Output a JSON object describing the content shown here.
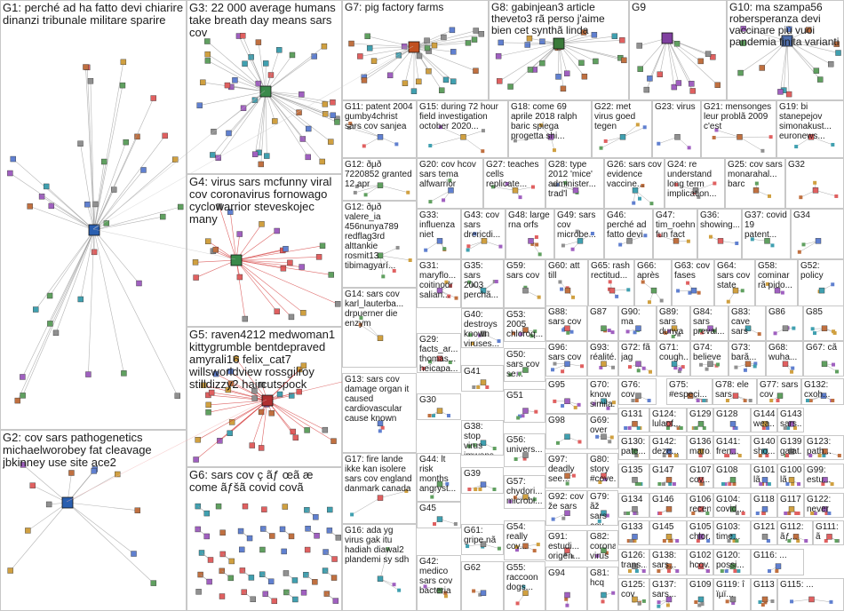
{
  "figure": {
    "background": "#ffffff",
    "border_color": "#c8c8c8",
    "edge_colors": {
      "gray": "#9a9a9a",
      "red": "#d23232",
      "green": "#2e8b57"
    }
  },
  "groups": [
    {
      "id": "G1",
      "label": "G1: perché ad ha fatto devi chiarire dinanzi tribunale militare sparire",
      "hub_color": "#2a5fb0",
      "edge_color": "gray"
    },
    {
      "id": "G2",
      "label": "G2: cov sars pathogenetics michaelworobey fat cleavage jbkinney use site ace2",
      "hub_color": "#2a5fb0",
      "edge_color": "gray"
    },
    {
      "id": "G3",
      "label": "G3: 22 000 average humans take breath day means sars cov",
      "hub_color": "#3a8a4a",
      "edge_color": "gray"
    },
    {
      "id": "G4",
      "label": "G4: virus sars mcfunny viral cov coronavirus fornowago cyclowarrior steveskojec many",
      "hub_color": "#3a8a4a",
      "edge_color": "red"
    },
    {
      "id": "G5",
      "label": "G5: raven4212 medwoman1 kittygrumble bentdepraved amyrali16 felix_cat7 willsworldview rossgilroy stilldizzy2 haircutspock",
      "hub_color": "#b03030",
      "edge_color": "red"
    },
    {
      "id": "G6",
      "label": "G6: sars cov ç ãƒ œã æ come ãƒšã covid covã",
      "hub_color": "#c08020",
      "edge_color": "gray"
    },
    {
      "id": "G7",
      "label": "G7: pig factory farms",
      "hub_color": "#c05020",
      "edge_color": "gray"
    },
    {
      "id": "G8",
      "label": "G8: gabinjean3 article theveto3 rã perso j'aime bien cet synthã linda",
      "hub_color": "#3a7a3a",
      "edge_color": "gray"
    },
    {
      "id": "G9",
      "label": "G9",
      "hub_color": "#8040a0",
      "edge_color": "gray"
    },
    {
      "id": "G10",
      "label": "G10: ma szampa56 robersperanza devi vaccinare più vuoi pandemia finita varianti",
      "hub_color": "#5070b0",
      "edge_color": "gray"
    },
    {
      "id": "G11",
      "label": "G11: patent 2004 gumby4christ sars cov sanjea"
    },
    {
      "id": "G15",
      "label": "G15: during 72 hour field investigation october 2020..."
    },
    {
      "id": "G18",
      "label": "G18: come 69 aprile 2018 ralph baric spiega progetta shi..."
    },
    {
      "id": "G22",
      "label": "G22: met virus goed tegen"
    },
    {
      "id": "G23",
      "label": "G23: virus"
    },
    {
      "id": "G21",
      "label": "G21: mensonges leur problã 2009 c'est"
    },
    {
      "id": "G19",
      "label": "G19: bi stanepejov simonakust... euronews..."
    },
    {
      "id": "G12",
      "label": "G12: ðµð 7220852 granted 12 apr"
    },
    {
      "id": "G20",
      "label": "G20: cov hcov sars tema alfwarrior"
    },
    {
      "id": "G27",
      "label": "G27: teaches cells replicate..."
    },
    {
      "id": "G28",
      "label": "G28: type 2012 'mice' administer... trad'l"
    },
    {
      "id": "G26",
      "label": "G26: sars cov evidence vaccine..."
    },
    {
      "id": "G24",
      "label": "G24: re understand long term implication..."
    },
    {
      "id": "G25",
      "label": "G25: cov sars monarahal... barc"
    },
    {
      "id": "G32",
      "label": "G32"
    },
    {
      "id": "G12b",
      "label": "G12: ðµð valere_ia 456nunya789 redflag3rd alttankie rosmit13 tibimagyarí..."
    },
    {
      "id": "G33",
      "label": "G33: influenza niet"
    },
    {
      "id": "G43",
      "label": "G43: cov sars drericdi..."
    },
    {
      "id": "G48",
      "label": "G48: large rna orfs"
    },
    {
      "id": "G49",
      "label": "G49: sars cov microbe..."
    },
    {
      "id": "G46",
      "label": "G46: perché ad fatto devi"
    },
    {
      "id": "G47",
      "label": "G47: tim_roehn fun fact"
    },
    {
      "id": "G36",
      "label": "G36: showing..."
    },
    {
      "id": "G37",
      "label": "G37: covid 19 patent..."
    },
    {
      "id": "G34",
      "label": "G34"
    },
    {
      "id": "G14",
      "label": "G14: sars cov karl_lauterba... drpuerner die enzym"
    },
    {
      "id": "G31",
      "label": "G31: maryflo... coitinodr salian..."
    },
    {
      "id": "G35",
      "label": "G35: sars 2003 perchã..."
    },
    {
      "id": "G59",
      "label": "G59: sars cov"
    },
    {
      "id": "G60",
      "label": "G60: att till"
    },
    {
      "id": "G65",
      "label": "G65: rash rectitud..."
    },
    {
      "id": "G66",
      "label": "G66: après"
    },
    {
      "id": "G63",
      "label": "G63: cov fases"
    },
    {
      "id": "G64",
      "label": "G64: sars cov state"
    },
    {
      "id": "G58",
      "label": "G58: cominar rã pido..."
    },
    {
      "id": "G52",
      "label": "G52: policy"
    },
    {
      "id": "G40",
      "label": "G40: destroys known viruses..."
    },
    {
      "id": "G53",
      "label": "G53: 2005 chloroq..."
    },
    {
      "id": "G88",
      "label": "G88: sars cov"
    },
    {
      "id": "G87",
      "label": "G87"
    },
    {
      "id": "G90",
      "label": "G90: ma"
    },
    {
      "id": "G89",
      "label": "G89: sars dunya"
    },
    {
      "id": "G84",
      "label": "G84: sars preval..."
    },
    {
      "id": "G83",
      "label": "G83: cave sars"
    },
    {
      "id": "G86",
      "label": "G86"
    },
    {
      "id": "G85",
      "label": "G85"
    },
    {
      "id": "G29",
      "label": "G29: facts_ar... thomas... heicapa..."
    },
    {
      "id": "G50",
      "label": "G50: sars cov se..."
    },
    {
      "id": "G96",
      "label": "G96: sars cov"
    },
    {
      "id": "G93",
      "label": "G93: réalité..."
    },
    {
      "id": "G72",
      "label": "G72: fã jag"
    },
    {
      "id": "G71",
      "label": "G71: cough..."
    },
    {
      "id": "G74",
      "label": "G74: believe"
    },
    {
      "id": "G73",
      "label": "G73: barã..."
    },
    {
      "id": "G68",
      "label": "G68: wuha..."
    },
    {
      "id": "G67",
      "label": "G67: cã"
    },
    {
      "id": "G13",
      "label": "G13: sars cov damage organ it caused cardiovascular cause known"
    },
    {
      "id": "G41",
      "label": "G41"
    },
    {
      "id": "G95",
      "label": "G95"
    },
    {
      "id": "G70",
      "label": "G70: know simila..."
    },
    {
      "id": "G76",
      "label": "G76: cov"
    },
    {
      "id": "G75",
      "label": "G75: #especi..."
    },
    {
      "id": "G78",
      "label": "G78: ele sars"
    },
    {
      "id": "G77",
      "label": "G77: sars cov"
    },
    {
      "id": "G132",
      "label": "G132: cxoh..."
    },
    {
      "id": "G30",
      "label": "G30"
    },
    {
      "id": "G51",
      "label": "G51"
    },
    {
      "id": "G98",
      "label": "G98"
    },
    {
      "id": "G69",
      "label": "G69: over"
    },
    {
      "id": "G131",
      "label": "G131"
    },
    {
      "id": "G124",
      "label": "G124: lulaof..."
    },
    {
      "id": "G129",
      "label": "G129"
    },
    {
      "id": "G128",
      "label": "G128"
    },
    {
      "id": "G144",
      "label": "G144: wea..."
    },
    {
      "id": "G143",
      "label": "G143: sars..."
    },
    {
      "id": "G38",
      "label": "G38: stop virus jmwens..."
    },
    {
      "id": "G56",
      "label": "G56: univers..."
    },
    {
      "id": "G97",
      "label": "G97: deadly see..."
    },
    {
      "id": "G80",
      "label": "G80: story #cove..."
    },
    {
      "id": "G130",
      "label": "G130: pate..."
    },
    {
      "id": "G142",
      "label": "G142: deze..."
    },
    {
      "id": "G136",
      "label": "G136: maro..."
    },
    {
      "id": "G141",
      "label": "G141: fren..."
    },
    {
      "id": "G140",
      "label": "G140: sho..."
    },
    {
      "id": "G139",
      "label": "G139: gaiat..."
    },
    {
      "id": "G123",
      "label": "G123: path..."
    },
    {
      "id": "G17",
      "label": "G17: fire lande ikke kan isolere sars cov england danmark canada"
    },
    {
      "id": "G44",
      "label": "G44: lt risk months angryst..."
    },
    {
      "id": "G39",
      "label": "G39"
    },
    {
      "id": "G57",
      "label": "G57: chydori... microbi..."
    },
    {
      "id": "G92",
      "label": "G92: cov že sars"
    },
    {
      "id": "G79",
      "label": "G79: ãž sars cov"
    },
    {
      "id": "G135",
      "label": "G135"
    },
    {
      "id": "G147",
      "label": "G147"
    },
    {
      "id": "G107",
      "label": "G107: cov..."
    },
    {
      "id": "G108",
      "label": "G108"
    },
    {
      "id": "G101",
      "label": "G101: lã"
    },
    {
      "id": "G100",
      "label": "G100: lã"
    },
    {
      "id": "G99",
      "label": "G99: estu..."
    },
    {
      "id": "G45",
      "label": "G45"
    },
    {
      "id": "G134",
      "label": "G134"
    },
    {
      "id": "G146",
      "label": "G146"
    },
    {
      "id": "G106",
      "label": "G106: recen..."
    },
    {
      "id": "G104",
      "label": "G104: covid..."
    },
    {
      "id": "G118",
      "label": "G118"
    },
    {
      "id": "G117",
      "label": "G117"
    },
    {
      "id": "G122",
      "label": "G122: never"
    },
    {
      "id": "G16",
      "label": "G16: ada yg virus gak itu hadiah diawal2 plandemi sy sdh"
    },
    {
      "id": "G61",
      "label": "G61: gripe nã"
    },
    {
      "id": "G54",
      "label": "G54: really cov..."
    },
    {
      "id": "G91",
      "label": "G91: estudi... origen..."
    },
    {
      "id": "G82",
      "label": "G82: corona virus"
    },
    {
      "id": "G133",
      "label": "G133"
    },
    {
      "id": "G145",
      "label": "G145"
    },
    {
      "id": "G105",
      "label": "G105: chlor..."
    },
    {
      "id": "G103",
      "label": "G103: time..."
    },
    {
      "id": "G121",
      "label": "G121"
    },
    {
      "id": "G112",
      "label": "G112: ãƒ..."
    },
    {
      "id": "G111",
      "label": "G111: ã"
    },
    {
      "id": "G42",
      "label": "G42: medico sars cov bacteria"
    },
    {
      "id": "G62",
      "label": "G62"
    },
    {
      "id": "G55",
      "label": "G55: raccoon dogs..."
    },
    {
      "id": "G94",
      "label": "G94"
    },
    {
      "id": "G81",
      "label": "G81: hcq"
    },
    {
      "id": "G126",
      "label": "G126: trans..."
    },
    {
      "id": "G138",
      "label": "G138: sars..."
    },
    {
      "id": "G102",
      "label": "G102: hcov..."
    },
    {
      "id": "G120",
      "label": "G120: possi..."
    },
    {
      "id": "G116",
      "label": "G116: ..."
    },
    {
      "id": "G125",
      "label": "G125: cov"
    },
    {
      "id": "G137",
      "label": "G137: sars..."
    },
    {
      "id": "G109",
      "label": "G109"
    },
    {
      "id": "G119",
      "label": "G119: î ïµï..."
    },
    {
      "id": "G113",
      "label": "G113"
    },
    {
      "id": "G115",
      "label": "G115: ..."
    }
  ]
}
